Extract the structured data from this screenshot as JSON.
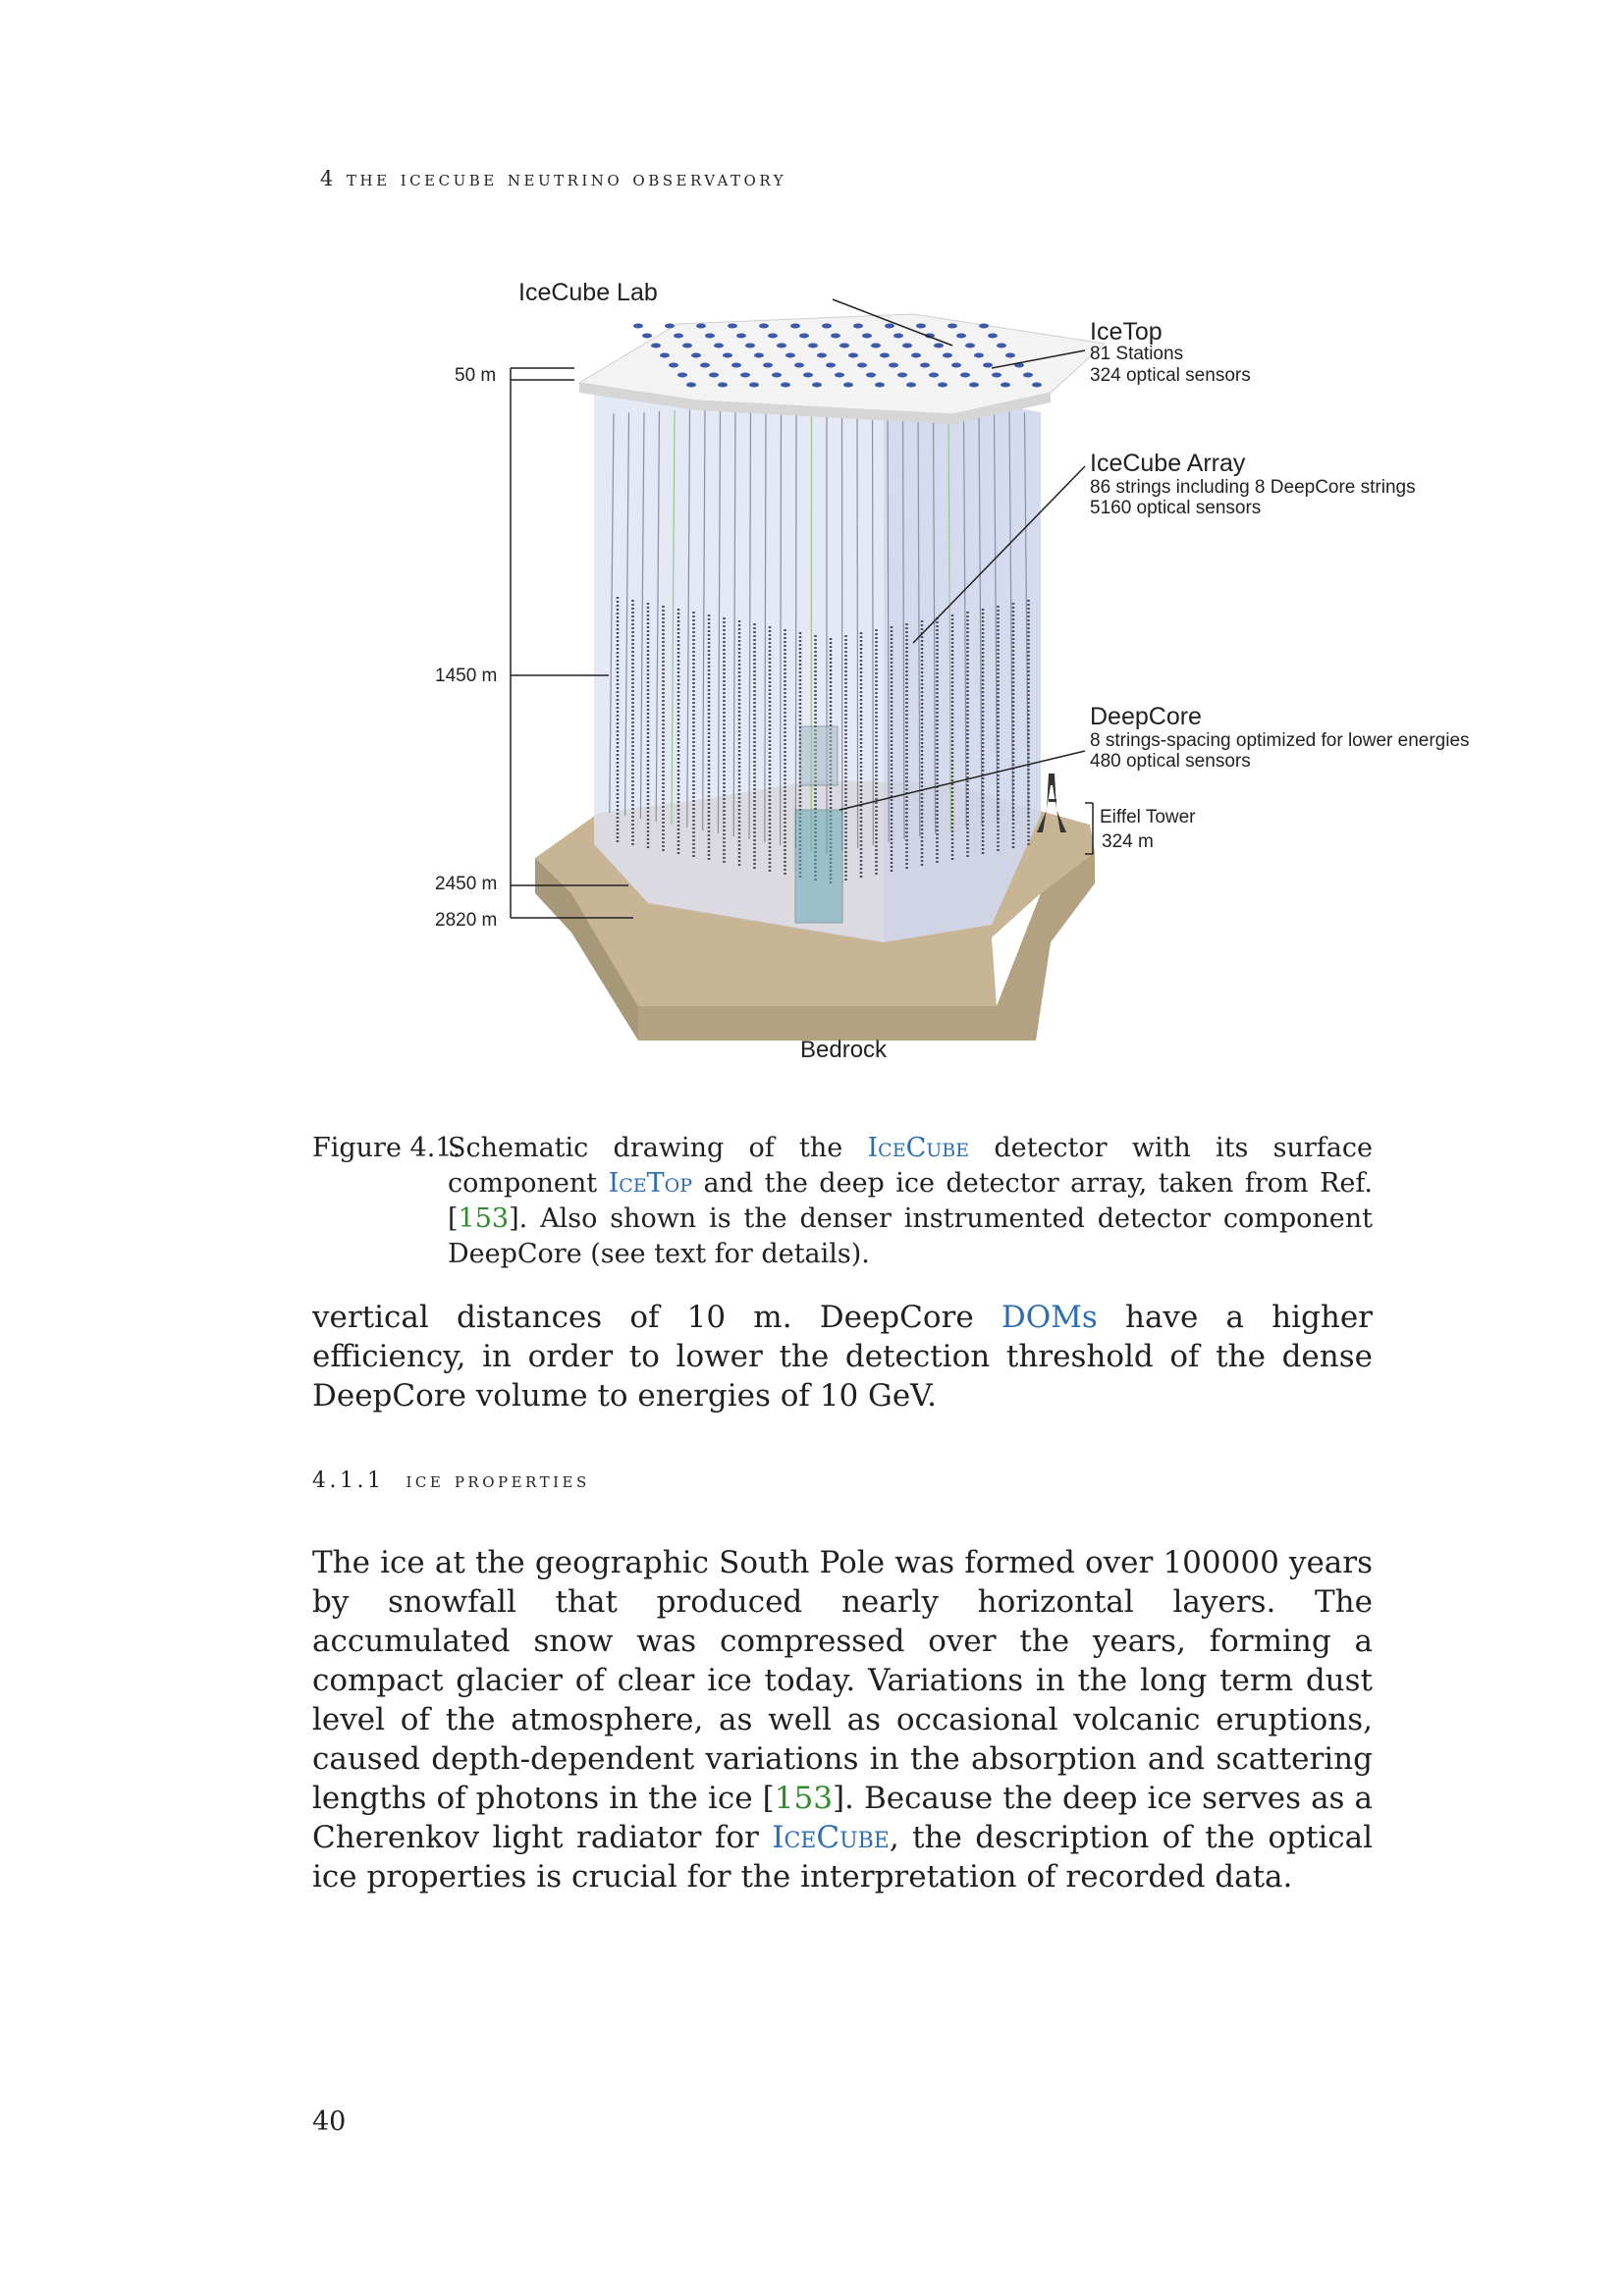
{
  "header": {
    "chapter": "4 the icecube neutrino observatory"
  },
  "figure": {
    "labels": {
      "icecube_lab": "IceCube Lab",
      "icetop_title": "IceTop",
      "icetop_line1": "81 Stations",
      "icetop_line2": "324 optical sensors",
      "array_title": "IceCube Array",
      "array_line1": "86 strings including 8 DeepCore strings",
      "array_line2": "5160 optical sensors",
      "deepcore_title": "DeepCore",
      "deepcore_line1": "8 strings-spacing optimized for lower energies",
      "deepcore_line2": "480 optical sensors",
      "eiffel_title": "Eiffel Tower",
      "eiffel_height": "324 m",
      "bedrock": "Bedrock",
      "depth_50": "50 m",
      "depth_1450": "1450 m",
      "depth_2450": "2450 m",
      "depth_2820": "2820 m"
    }
  },
  "caption": {
    "label": "Figure 4.1:",
    "t1": "Schematic drawing of the ",
    "link1": "IceCube",
    "t2": " detector with its surface component ",
    "link2": "IceTop",
    "t3": " and the deep ice detector array, taken from Ref. [",
    "cite": "153",
    "t4": "]. Also shown is the denser instrumented detector component DeepCore (see text for details)."
  },
  "paragraph1": {
    "t1": "vertical distances of 10 m. DeepCore ",
    "link": "DOMs",
    "t2": " have a higher efficiency, in order to lower the detection threshold of the dense DeepCore volume to energies of 10 GeV."
  },
  "section": {
    "number": "4.1.1",
    "title": "ice properties"
  },
  "paragraph2": {
    "t1": "The ice at the geographic South Pole was formed over 100000 years by snowfall that produced nearly horizontal layers. The accumulated snow was compressed over the years, forming a compact glacier of clear ice today. Variations in the long term dust level of the atmosphere, as well as occasional volcanic eruptions, caused depth-dependent variations in the absorption and scattering lengths of photons in the ice [",
    "cite": "153",
    "t2": "]. Because the deep ice serves as a Cherenkov light radiator for ",
    "link": "IceCube",
    "t3": ", the description of the optical ice properties is crucial for the interpretation of recorded data."
  },
  "page_number": "40",
  "colors": {
    "link": "#2d6db3",
    "cite": "#2e8b2e",
    "bedrock": "#c8b596",
    "ice": "#dfe3f3",
    "icetop_dots": "#3c5aa8"
  }
}
